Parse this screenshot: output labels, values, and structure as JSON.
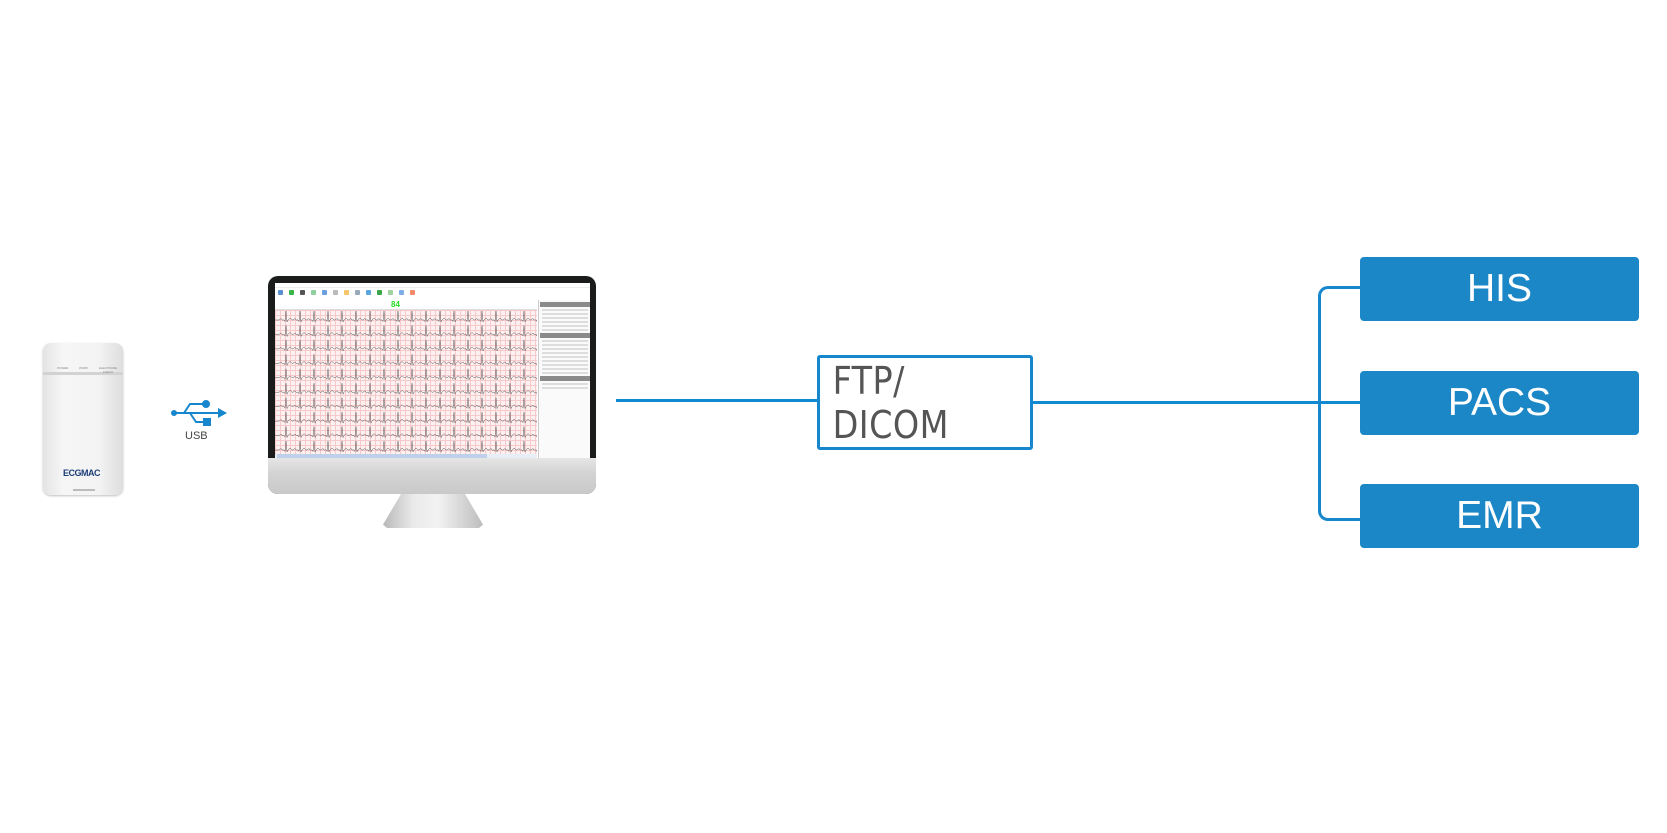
{
  "device": {
    "indicator_labels": [
      "POWER",
      "WORK",
      "ELECTRODE CHECK"
    ],
    "logo_text": "ECGMAC"
  },
  "connection": {
    "usb_label": "USB",
    "icon": "usb-icon"
  },
  "monitor_screen": {
    "heart_rate": "84"
  },
  "gateway": {
    "label": "FTP/ DICOM"
  },
  "systems": [
    {
      "label": "HIS"
    },
    {
      "label": "PACS"
    },
    {
      "label": "EMR"
    }
  ],
  "colors": {
    "accent": "#1787cd",
    "system_box": "#1b87c6",
    "gateway_text": "#555555"
  }
}
